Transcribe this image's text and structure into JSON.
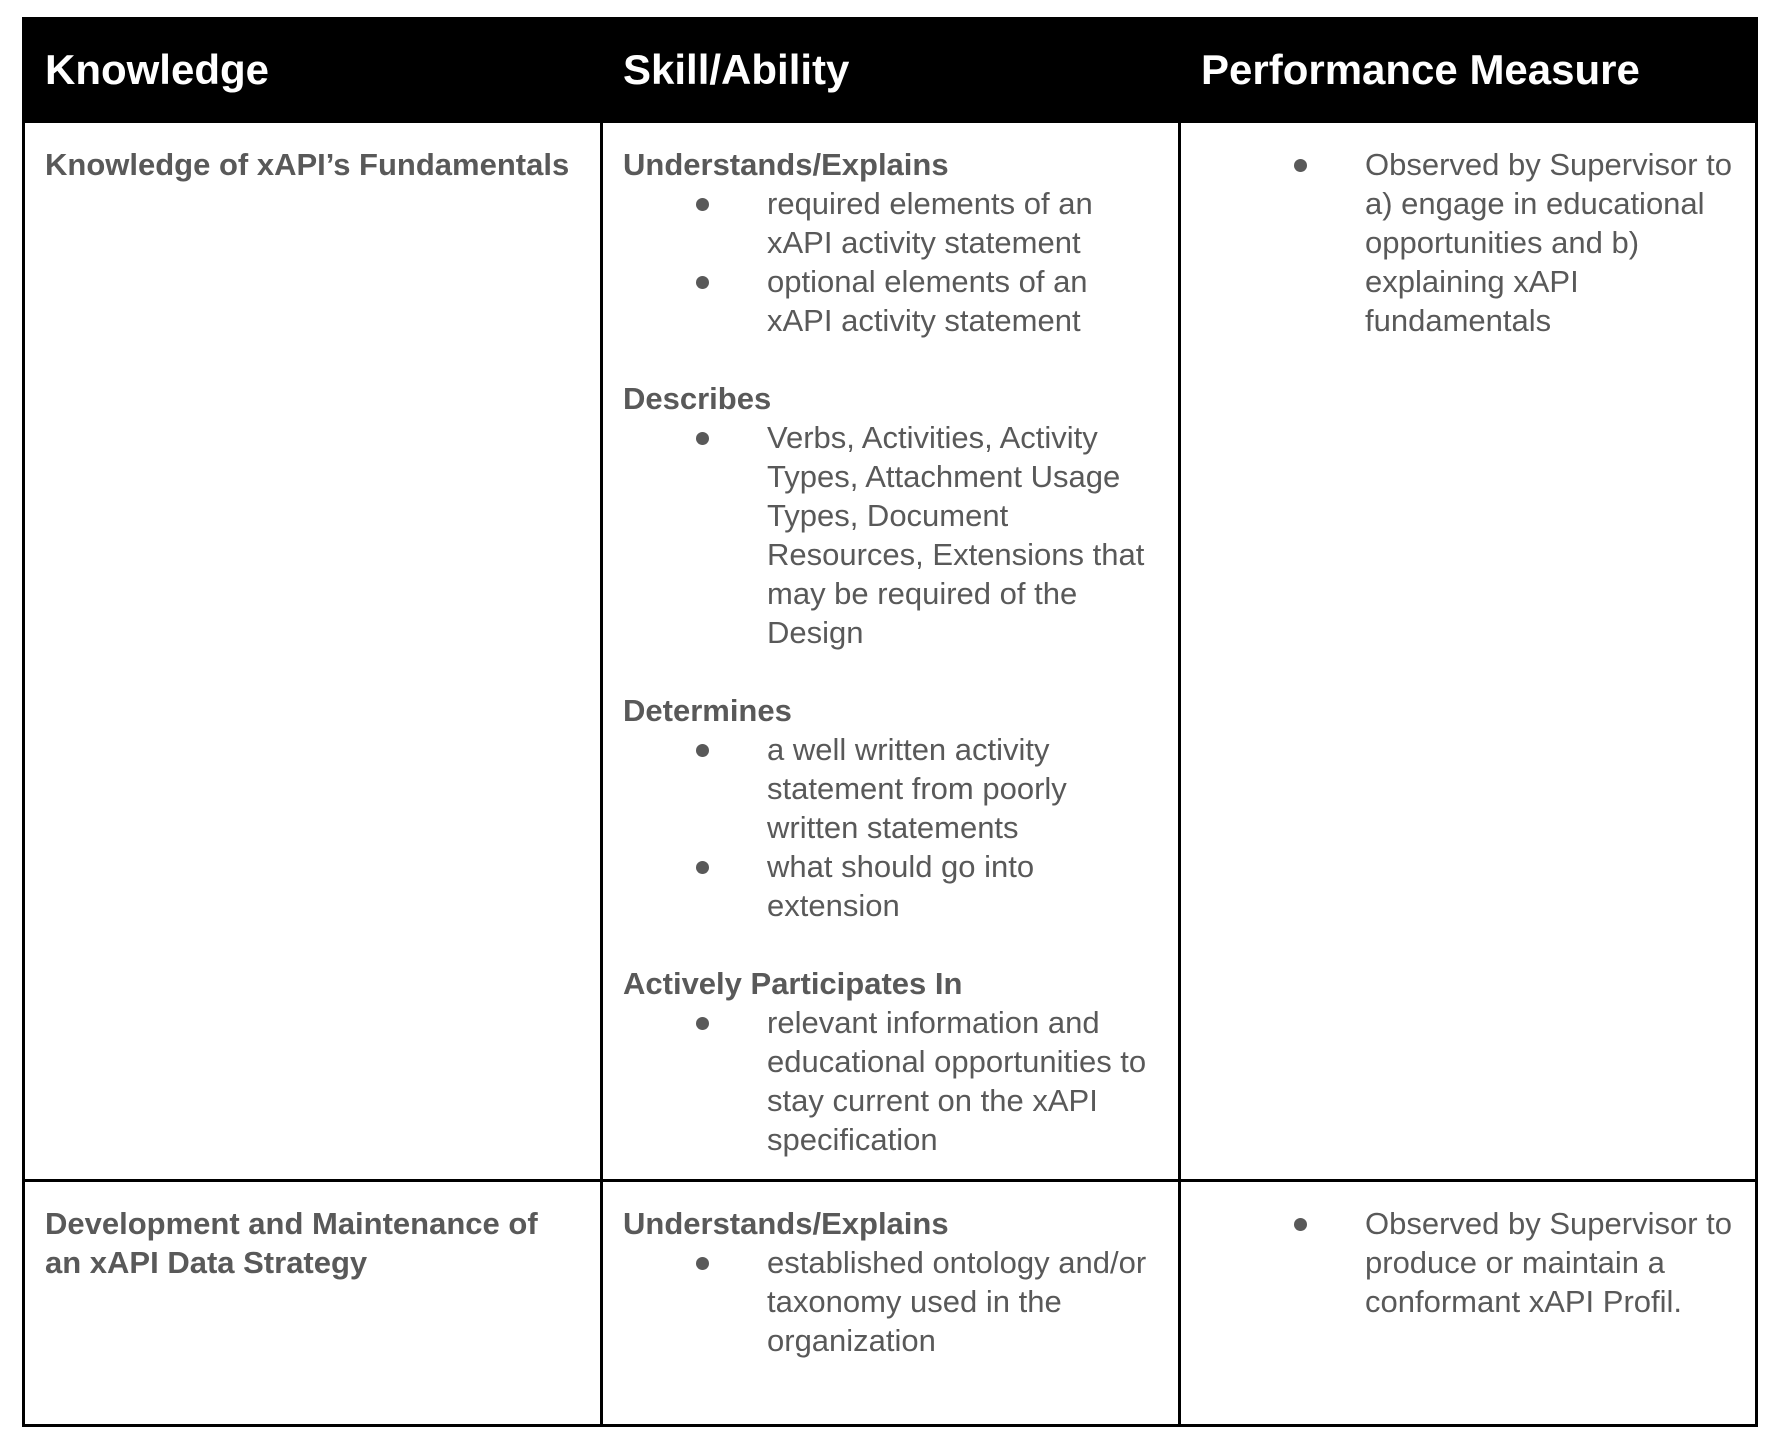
{
  "header": {
    "col1": "Knowledge",
    "col2": "Skill/Ability",
    "col3": "Performance Measure"
  },
  "rows": [
    {
      "knowledge": "Knowledge of xAPI’s Fundamentals",
      "skills": [
        {
          "title": "Understands/Explains",
          "items": [
            "required elements of an xAPI activity statement",
            "optional elements of an xAPI activity statement"
          ]
        },
        {
          "title": "Describes",
          "items": [
            "Verbs, Activities, Activity Types, Attachment Usage Types, Document Resources, Extensions that may be required of the Design"
          ]
        },
        {
          "title": "Determines",
          "items": [
            "a well written activity statement from poorly written statements",
            "what should go into extension"
          ]
        },
        {
          "title": "Actively Participates In",
          "items": [
            "relevant information and educational opportunities to stay current on the xAPI specification"
          ]
        }
      ],
      "performance": [
        "Observed by Supervisor to a) engage in educational opportunities and b) explaining xAPI fundamentals"
      ]
    },
    {
      "knowledge": "Development and Maintenance of an xAPI Data Strategy",
      "skills": [
        {
          "title": "Understands/Explains",
          "items": [
            "established ontology and/or taxonomy used in the organization"
          ]
        }
      ],
      "performance": [
        "Observed by Supervisor to produce or maintain a conformant xAPI Profil."
      ]
    }
  ]
}
